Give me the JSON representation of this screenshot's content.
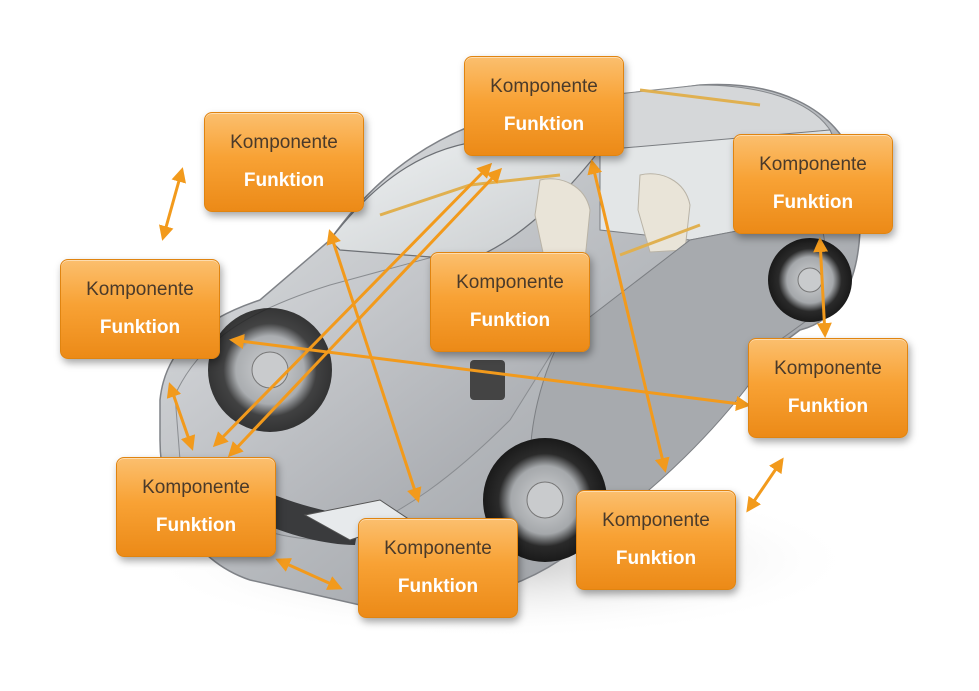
{
  "boxes": [
    {
      "id": "box-top-center",
      "component": "Komponente",
      "function": "Funktion"
    },
    {
      "id": "box-upper-left",
      "component": "Komponente",
      "function": "Funktion"
    },
    {
      "id": "box-upper-right",
      "component": "Komponente",
      "function": "Funktion"
    },
    {
      "id": "box-mid-left",
      "component": "Komponente",
      "function": "Funktion"
    },
    {
      "id": "box-center",
      "component": "Komponente",
      "function": "Funktion"
    },
    {
      "id": "box-mid-right",
      "component": "Komponente",
      "function": "Funktion"
    },
    {
      "id": "box-lower-left",
      "component": "Komponente",
      "function": "Funktion"
    },
    {
      "id": "box-bottom-center",
      "component": "Komponente",
      "function": "Funktion"
    },
    {
      "id": "box-bottom-right",
      "component": "Komponente",
      "function": "Funktion"
    }
  ],
  "colors": {
    "box_orange": "#f8a235",
    "arrow_orange": "#f29a1c",
    "car_silver": "#b9bcc0",
    "component_text": "#4a3a2a",
    "function_text": "#ffffff"
  }
}
